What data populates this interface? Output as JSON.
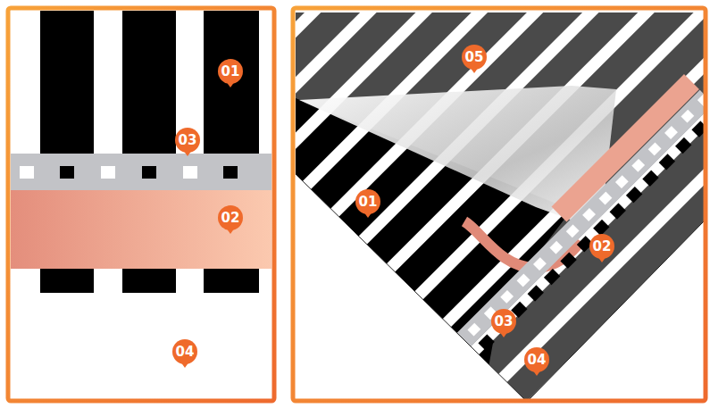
{
  "diagram": {
    "labels": [
      "01",
      "03",
      "02",
      "04",
      "05",
      "01",
      "02",
      "03",
      "04"
    ]
  }
}
